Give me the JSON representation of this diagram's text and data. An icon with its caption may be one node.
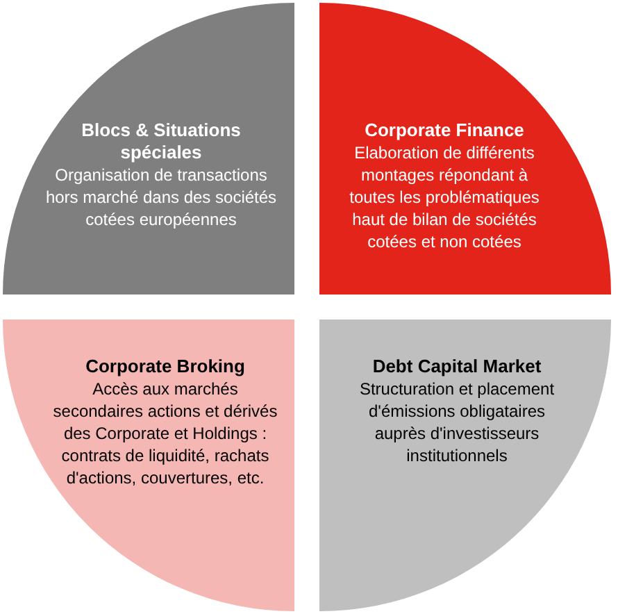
{
  "diagram": {
    "nodes": [
      {
        "text": [
          "Blocs & Situations spéciales",
          "Organisation de transactions hors marché dans des sociétés cotées européennes"
        ]
      },
      {
        "text": [
          "Corporate Finance",
          "Elaboration de différents montages répondant à toutes les problématiques haut de bilan de sociétés cotées et non cotées"
        ]
      },
      {
        "text": [
          "Corporate Broking",
          "Accès aux marchés secondaires actions et dérivés des Corporate et Holdings : contrats de liquidité, rachats d'actions, couvertures, etc."
        ]
      },
      {
        "text": [
          "Debt Capital Market",
          "Structuration et placement d'émissions obligataires auprès d'investisseurs institutionnels"
        ]
      }
    ]
  }
}
